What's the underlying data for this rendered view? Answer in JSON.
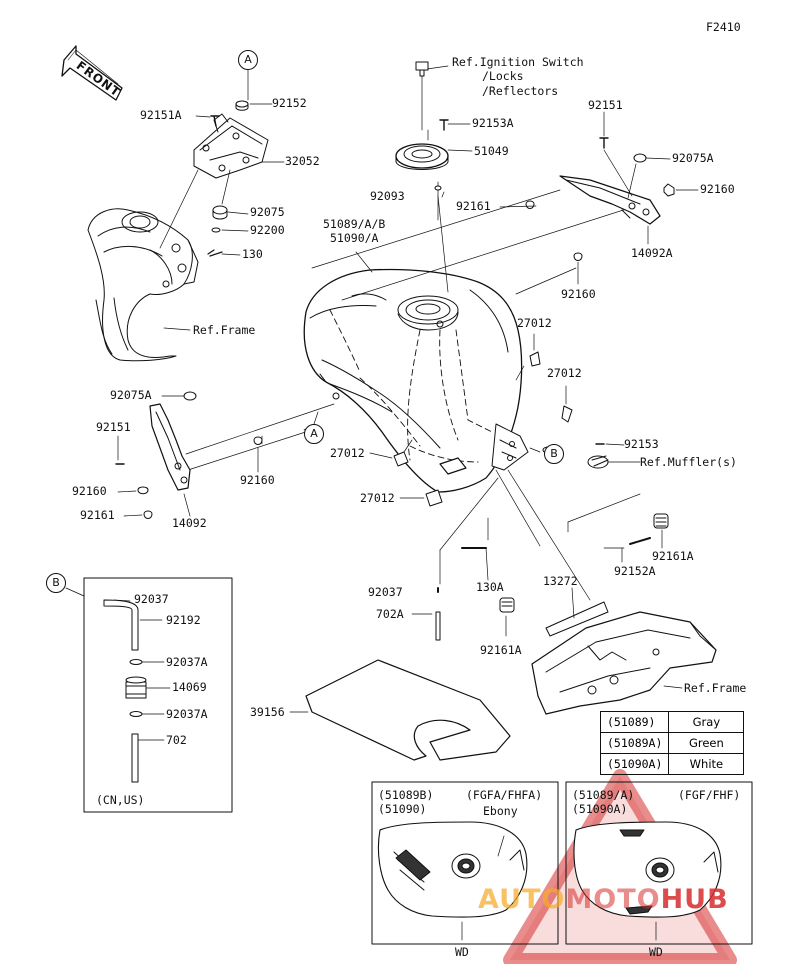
{
  "figure_code": "F2410",
  "front_arrow_label": "FRONT",
  "ref_notes": {
    "ignition_1": "Ref.Ignition Switch",
    "ignition_2": "/Locks",
    "ignition_3": "/Reflectors",
    "frame_upper": "Ref.Frame",
    "frame_lower": "Ref.Frame",
    "muffler": "Ref.Muffler(s)"
  },
  "callouts": {
    "A_top": "A",
    "A_mid": "A",
    "B_mid": "B",
    "B_box": "B"
  },
  "part_labels": {
    "p92151A": "92151A",
    "p92152": "92152",
    "p32052": "32052",
    "p92075": "92075",
    "p92200": "92200",
    "p130": "130",
    "p92153A": "92153A",
    "p51049": "51049",
    "p92093": "92093",
    "p92151_tr": "92151",
    "p92075A_tr": "92075A",
    "p92160_tr": "92160",
    "p92161_tr": "92161",
    "p14092A": "14092A",
    "p92160_mid": "92160",
    "tank_1": "51089/A/B",
    "tank_2": "51090/A",
    "p27012_a": "27012",
    "p27012_b": "27012",
    "p27012_c": "27012",
    "p27012_d": "27012",
    "p92075A_l": "92075A",
    "p92151_l": "92151",
    "p92160_l": "92160",
    "p92161_l": "92161",
    "p14092": "14092",
    "p92160_c": "92160",
    "p92153": "92153",
    "p92161A_r": "92161A",
    "p92152A": "92152A",
    "p13272": "13272",
    "p92037_c": "92037",
    "p130A": "130A",
    "p702A": "702A",
    "p92161A_l": "92161A",
    "p39156": "39156",
    "p92037_box": "92037",
    "p92192": "92192",
    "p92037A_1": "92037A",
    "p14069": "14069",
    "p92037A_2": "92037A",
    "p702": "702",
    "box_note": "(CN,US)"
  },
  "color_table": [
    {
      "code": "(51089)",
      "color": "Gray"
    },
    {
      "code": "(51089A)",
      "color": "Green"
    },
    {
      "code": "(51090A)",
      "color": "White"
    }
  ],
  "inset_left": {
    "code_1": "(51089B)",
    "code_2": "(51090)",
    "model": "(FGFA/FHFA)",
    "color": "Ebony",
    "footer": "WD"
  },
  "inset_right": {
    "code_1": "(51089/A)",
    "code_2": "(51090A)",
    "model": "(FGF/FHF)",
    "footer": "WD"
  },
  "watermark": {
    "part_1": "AUTO",
    "part_2": "MOTO",
    "part_3": "HUB"
  },
  "colors": {
    "ink": "#111111",
    "watermark_orange": "#f5aa28",
    "watermark_red": "#d72d2d"
  }
}
